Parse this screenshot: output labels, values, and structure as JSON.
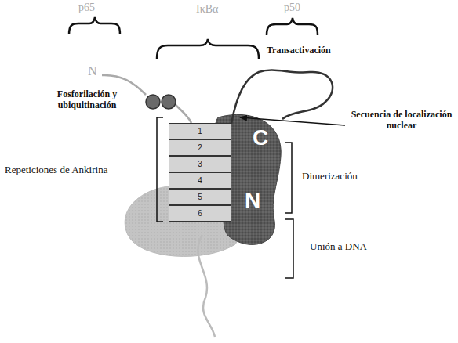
{
  "diagram": {
    "nodes": [
      {
        "text": [
          "1"
        ]
      },
      {
        "text": [
          "2"
        ]
      },
      {
        "text": [
          "3"
        ]
      },
      {
        "text": [
          "4"
        ]
      },
      {
        "text": [
          "5"
        ]
      },
      {
        "text": [
          "6"
        ]
      }
    ],
    "labels": [
      "p65",
      "IκBα",
      "p50",
      "N",
      "Transactivación",
      "Fosforilación y ubiquitinación",
      "Secuencia de localización nuclear",
      "Repeticiones de Ankirina",
      "C",
      "N",
      "Dimerización",
      "Unión a DNA"
    ]
  }
}
